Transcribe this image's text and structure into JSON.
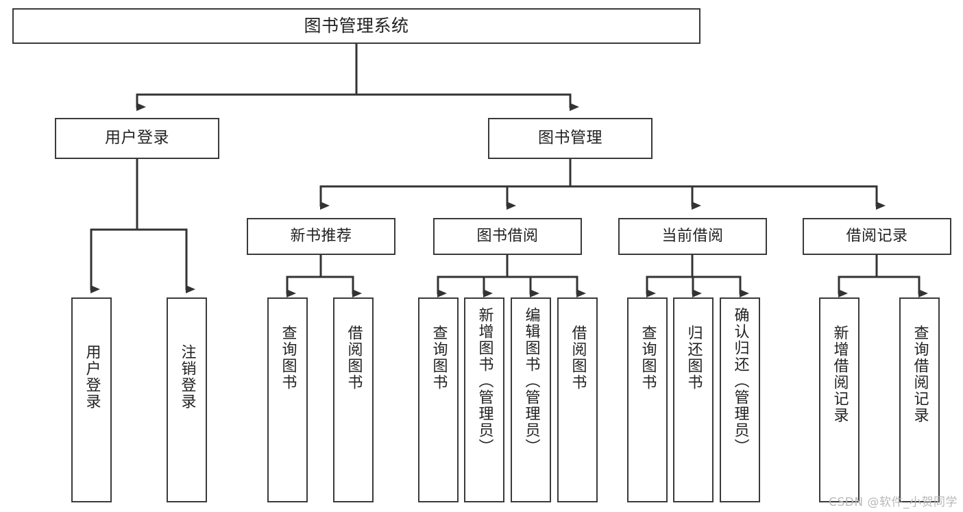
{
  "diagram": {
    "type": "tree",
    "title": "图书管理系统",
    "watermark": "CSDN @软件_小贺同学",
    "colors": {
      "box_border": "#3a3a3a",
      "connector": "#333333",
      "text": "#222222",
      "background": "#ffffff",
      "watermark": "#b9b9b9"
    },
    "nodes": {
      "root": {
        "label": "图书管理系统"
      },
      "level1": [
        {
          "id": "user-login",
          "label": "用户登录"
        },
        {
          "id": "book-management",
          "label": "图书管理"
        }
      ],
      "level2": [
        {
          "id": "new-book-recommend",
          "label": "新书推荐",
          "parent": "book-management"
        },
        {
          "id": "book-borrow",
          "label": "图书借阅",
          "parent": "book-management"
        },
        {
          "id": "current-borrow",
          "label": "当前借阅",
          "parent": "book-management"
        },
        {
          "id": "borrow-record",
          "label": "借阅记录",
          "parent": "book-management"
        }
      ],
      "leaves": [
        {
          "id": "leaf-user-login",
          "label": "用户登录",
          "parent": "user-login"
        },
        {
          "id": "leaf-user-logout",
          "label": "注销登录",
          "parent": "user-login"
        },
        {
          "id": "leaf-query-book-1",
          "label": "查询图书",
          "parent": "new-book-recommend"
        },
        {
          "id": "leaf-borrow-book-1",
          "label": "借阅图书",
          "parent": "new-book-recommend"
        },
        {
          "id": "leaf-query-book-2",
          "label": "查询图书",
          "parent": "book-borrow"
        },
        {
          "id": "leaf-add-book",
          "label": "新增图书（管理员）",
          "parent": "book-borrow"
        },
        {
          "id": "leaf-edit-book",
          "label": "编辑图书（管理员）",
          "parent": "book-borrow"
        },
        {
          "id": "leaf-borrow-book-2",
          "label": "借阅图书",
          "parent": "book-borrow"
        },
        {
          "id": "leaf-query-book-3",
          "label": "查询图书",
          "parent": "current-borrow"
        },
        {
          "id": "leaf-return-book",
          "label": "归还图书",
          "parent": "current-borrow"
        },
        {
          "id": "leaf-confirm-return",
          "label": "确认归还（管理员）",
          "parent": "current-borrow"
        },
        {
          "id": "leaf-add-record",
          "label": "新增借阅记录",
          "parent": "borrow-record"
        },
        {
          "id": "leaf-query-record",
          "label": "查询借阅记录",
          "parent": "borrow-record"
        }
      ]
    }
  }
}
